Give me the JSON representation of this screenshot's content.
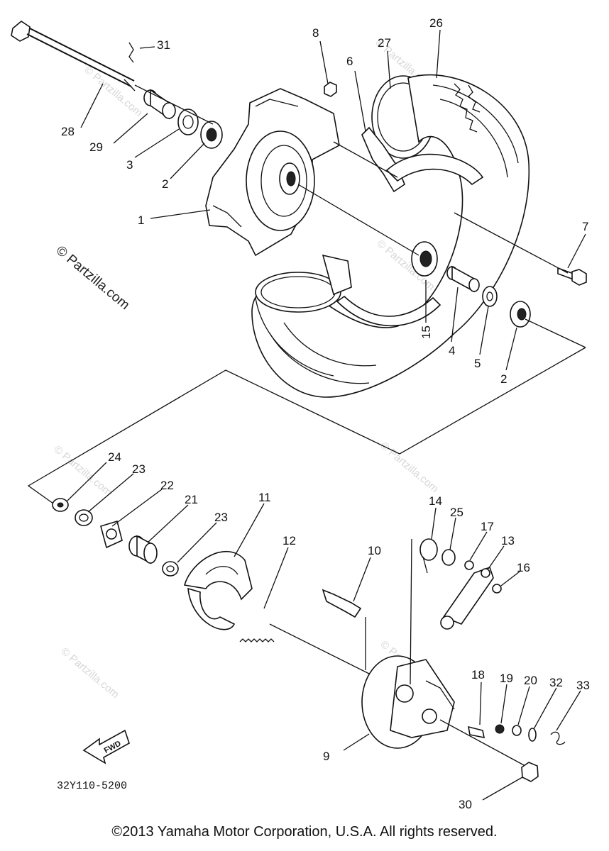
{
  "diagram": {
    "part_code": "32Y110-5200",
    "fwd_label": "FWD",
    "watermark_main": "© Partzilla.com",
    "watermark_small": "© Partzilla.com",
    "copyright": "©2013 Yamaha Motor Corporation, U.S.A. All rights reserved.",
    "callouts": [
      "1",
      "2",
      "2",
      "3",
      "4",
      "5",
      "6",
      "7",
      "8",
      "9",
      "10",
      "11",
      "12",
      "13",
      "14",
      "15",
      "16",
      "17",
      "18",
      "19",
      "20",
      "21",
      "22",
      "23",
      "23",
      "24",
      "25",
      "26",
      "27",
      "28",
      "29",
      "30",
      "31",
      "32",
      "33"
    ]
  }
}
